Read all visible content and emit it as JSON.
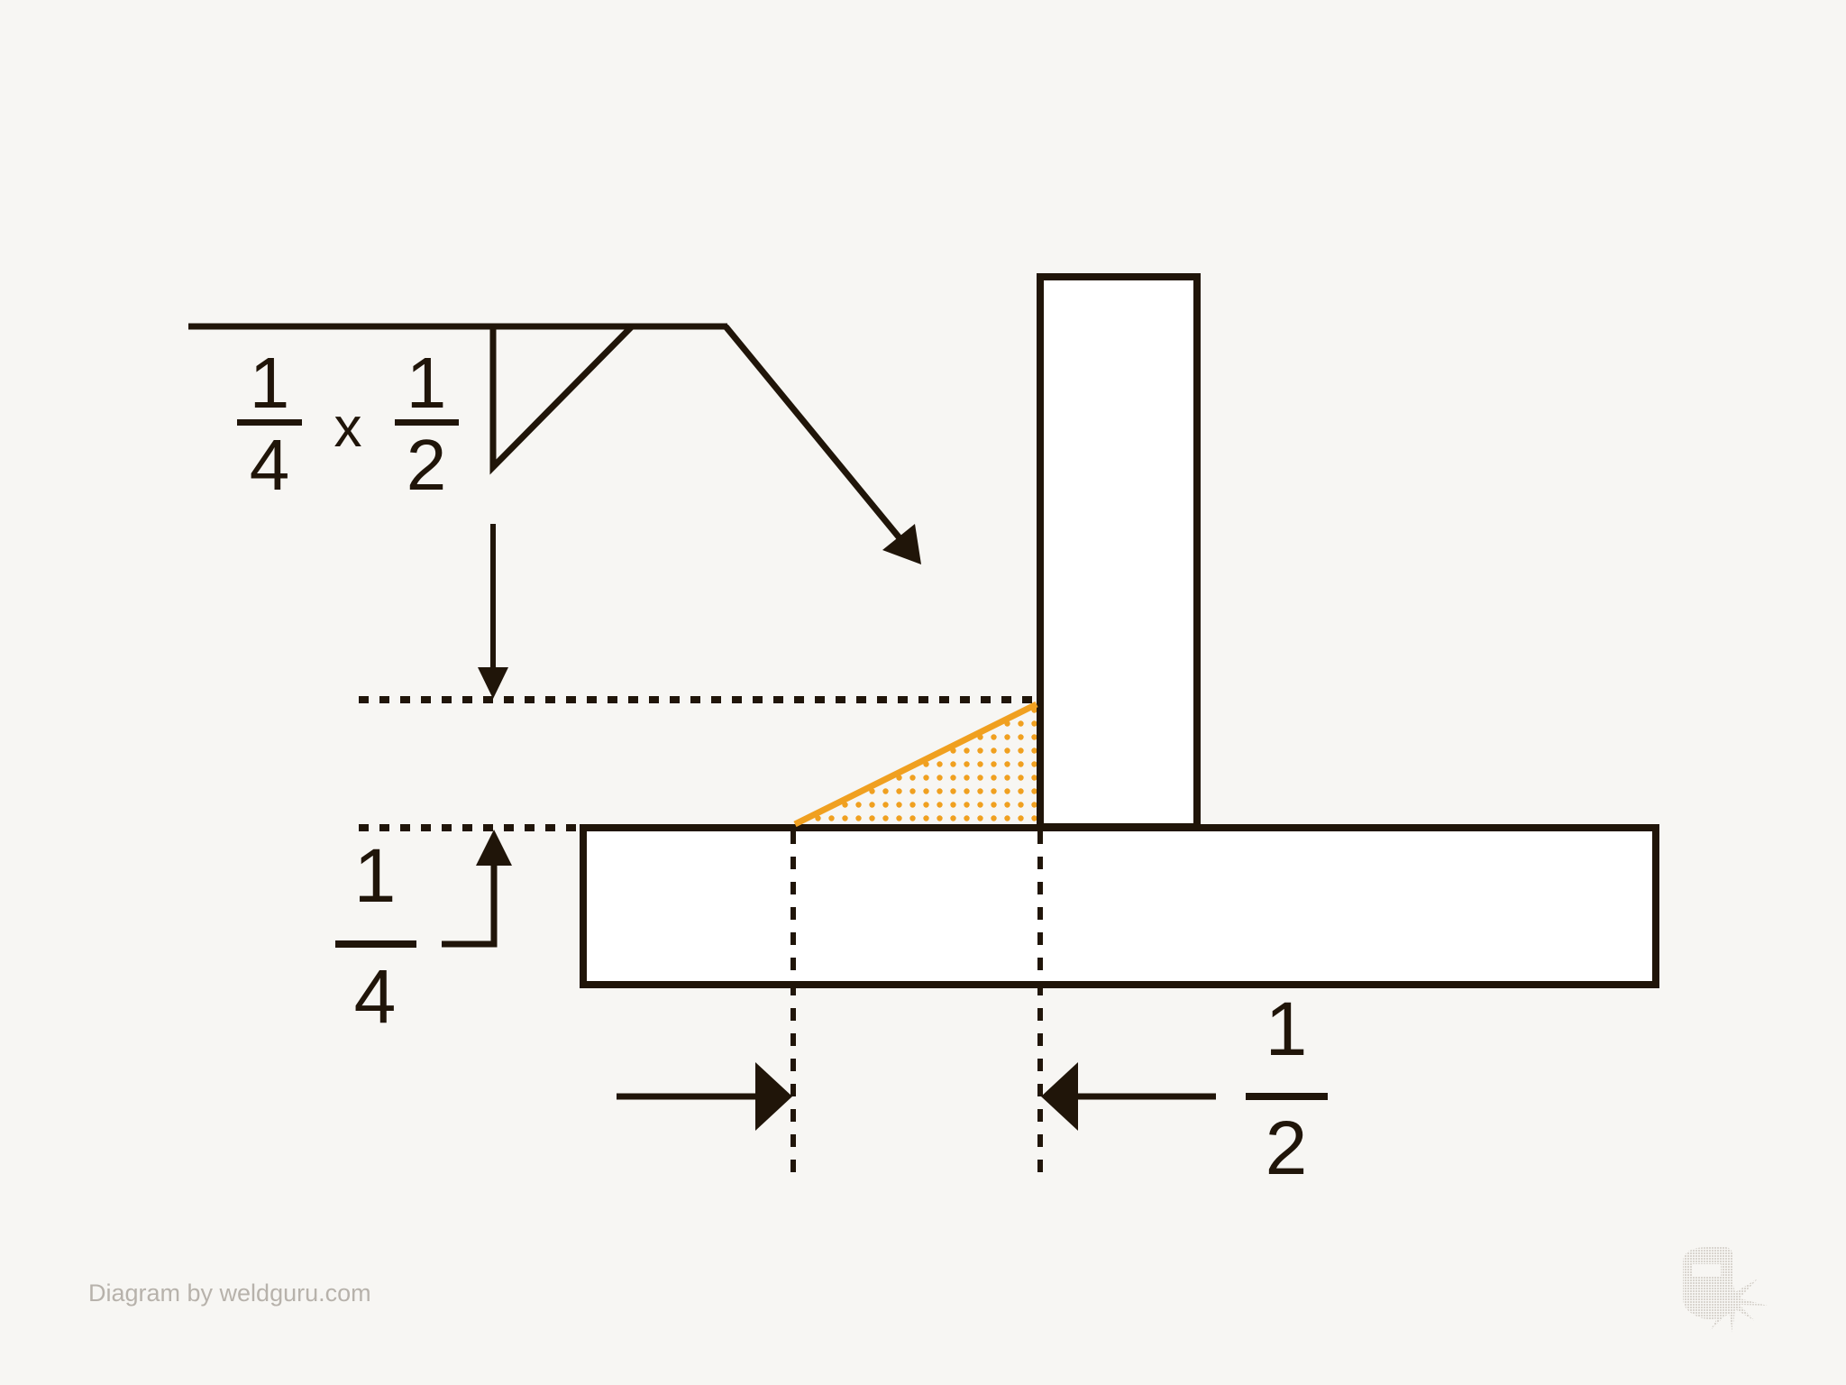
{
  "diagram": {
    "type": "fillet weld symbol (T-joint)",
    "colors": {
      "background": "#f7f6f3",
      "ink": "#201509",
      "plate_fill": "#ffffff",
      "weld": "#f0a020",
      "credit": "#b7b2ab",
      "logo": "#dcd8d3"
    },
    "weld_symbol": {
      "size_label": {
        "numerator": "1",
        "denominator": "4"
      },
      "times_label": "x",
      "length_label": {
        "numerator": "1",
        "denominator": "2"
      },
      "symbol": "fillet-triangle"
    },
    "dimensions": {
      "vertical_leg": {
        "numerator": "1",
        "denominator": "4"
      },
      "horizontal_leg": {
        "numerator": "1",
        "denominator": "2"
      }
    },
    "parts": [
      "vertical-plate",
      "base-plate",
      "fillet-weld"
    ]
  },
  "footer": {
    "credit": "Diagram by weldguru.com",
    "logo": "welding-helmet-spark-icon"
  }
}
